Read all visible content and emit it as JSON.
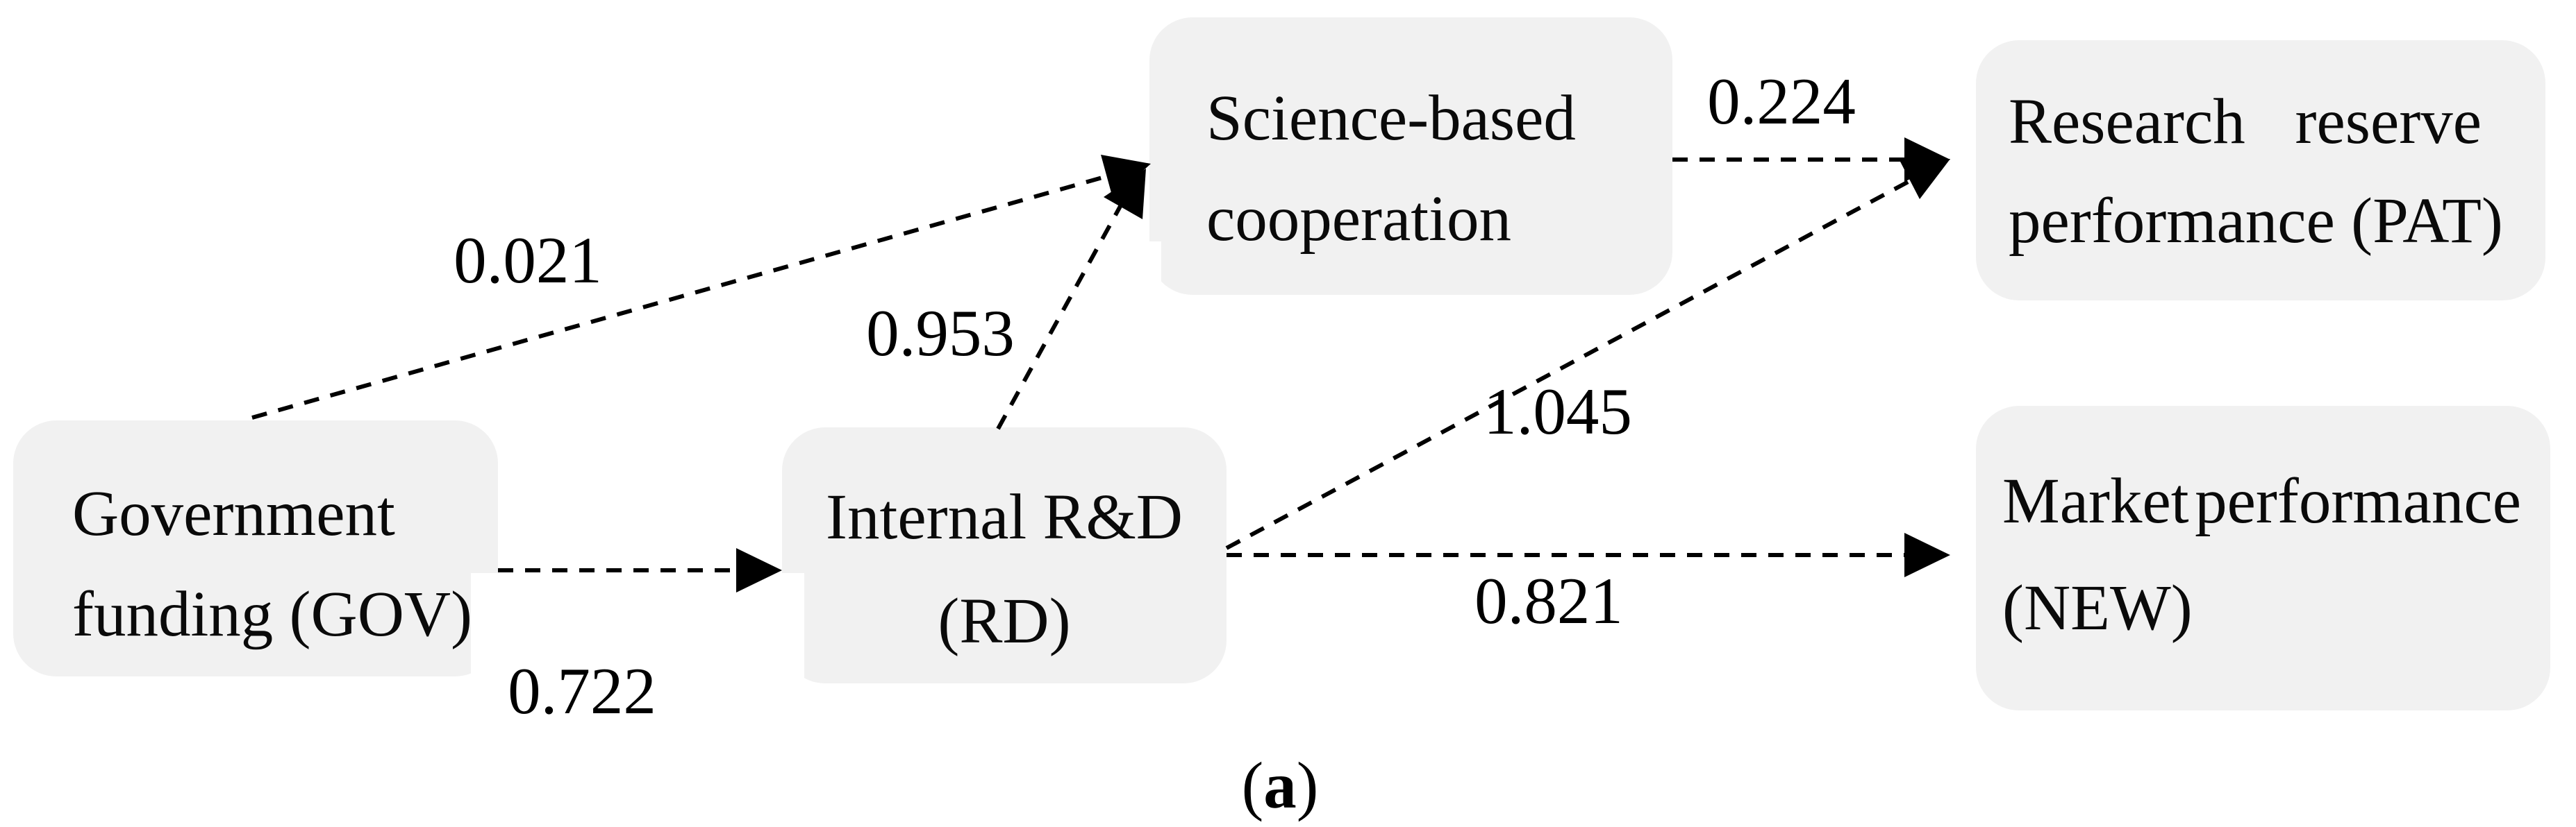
{
  "figure": {
    "caption": {
      "prefix": "(",
      "letter": "a",
      "suffix": ")"
    }
  },
  "colors": {
    "box_fill": "#f1f1f1",
    "line_color": "#000000",
    "background": "#ffffff"
  },
  "boxes": {
    "gov": {
      "line1": "Government",
      "line2": "funding (GOV)"
    },
    "rd": {
      "line1": "Internal R&D",
      "line2": "(RD)"
    },
    "coop": {
      "line1": "Science-based",
      "line2": "cooperation"
    },
    "pat": {
      "line1_word1": "Research",
      "line1_word2": "reserve",
      "line2": "performance (PAT)"
    },
    "new": {
      "line1_word1": "Market",
      "line1_word2": "performance",
      "line2": "(NEW)"
    }
  },
  "paths": {
    "gov_to_coop": {
      "from": "Government funding (GOV)",
      "to": "Science-based cooperation",
      "coefficient": "0.021"
    },
    "rd_to_coop": {
      "from": "Internal R&D (RD)",
      "to": "Science-based cooperation",
      "coefficient": "0.953"
    },
    "gov_to_rd": {
      "from": "Government funding (GOV)",
      "to": "Internal R&D (RD)",
      "coefficient": "0.722"
    },
    "coop_to_pat": {
      "from": "Science-based cooperation",
      "to": "Research reserve performance (PAT)",
      "coefficient": "0.224"
    },
    "rd_to_pat": {
      "from": "Internal R&D (RD)",
      "to": "Research reserve performance (PAT)",
      "coefficient": "1.045"
    },
    "rd_to_new": {
      "from": "Internal R&D (RD)",
      "to": "Market performance (NEW)",
      "coefficient": "0.821"
    }
  }
}
